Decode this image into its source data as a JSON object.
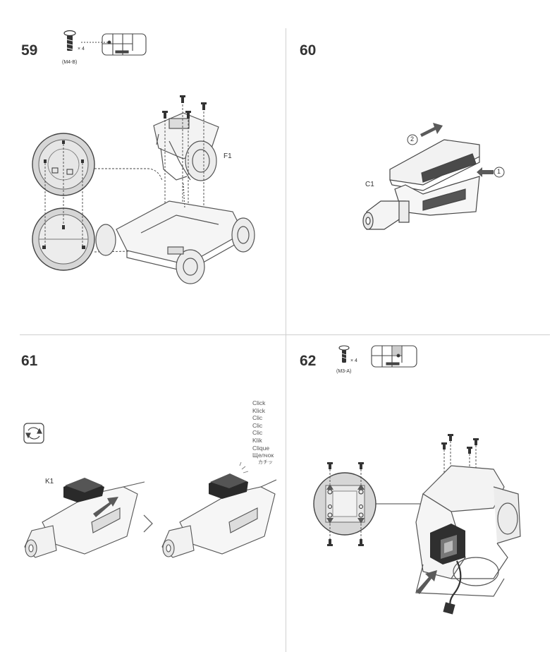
{
  "steps": [
    {
      "number": "59",
      "screw_qty": "× 4",
      "screw_code": "(M4-B)",
      "part_label": "F1"
    },
    {
      "number": "60",
      "part_label": "C1",
      "callouts": [
        "1",
        "2"
      ]
    },
    {
      "number": "61",
      "part_label": "K1",
      "click_words": [
        "Click",
        "Klick",
        "Clic",
        "Clic",
        "Clic",
        "Klik",
        "Clique",
        "Щелчок"
      ],
      "click_jp": "カチッ"
    },
    {
      "number": "62",
      "screw_qty": "× 4",
      "screw_code": "(M3-A)"
    }
  ],
  "colors": {
    "line": "#555555",
    "arrow": "#5a5a5a",
    "circle_fill": "#d6d6d6",
    "part_dark": "#2a2a2a",
    "divider": "#cfcfcf"
  },
  "icons": [
    "screw-icon",
    "screw-box-icon",
    "arrow-icon",
    "rotate-icon",
    "chevron-right-icon"
  ]
}
